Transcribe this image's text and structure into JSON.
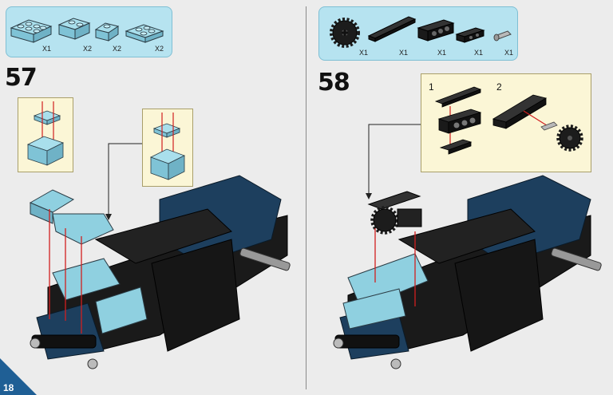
{
  "page_number": "18",
  "step_57": {
    "number": "57",
    "parts": [
      {
        "name": "light-blue-2x3-brick",
        "qty": "X1"
      },
      {
        "name": "light-blue-slope-brick",
        "qty": "X2"
      },
      {
        "name": "light-blue-wedge-brick",
        "qty": "X2"
      },
      {
        "name": "light-blue-2x2-plate",
        "qty": "X2"
      }
    ]
  },
  "step_58": {
    "number": "58",
    "parts": [
      {
        "name": "black-gear",
        "qty": "X1"
      },
      {
        "name": "black-long-plate",
        "qty": "X1"
      },
      {
        "name": "black-technic-brick",
        "qty": "X1"
      },
      {
        "name": "black-short-technic-brick",
        "qty": "X1"
      },
      {
        "name": "grey-pin",
        "qty": "X1"
      }
    ],
    "substeps": [
      "1",
      "2"
    ]
  },
  "colors": {
    "parts_panel": "#b6e3f0",
    "callout": "#fbf6d6",
    "light_blue_brick": "#8fd0e0",
    "dark_blue_brick": "#1d3f5e",
    "black_brick": "#1a1a1a",
    "arrow": "#d21f1f",
    "page_badge": "#1f5f95"
  }
}
